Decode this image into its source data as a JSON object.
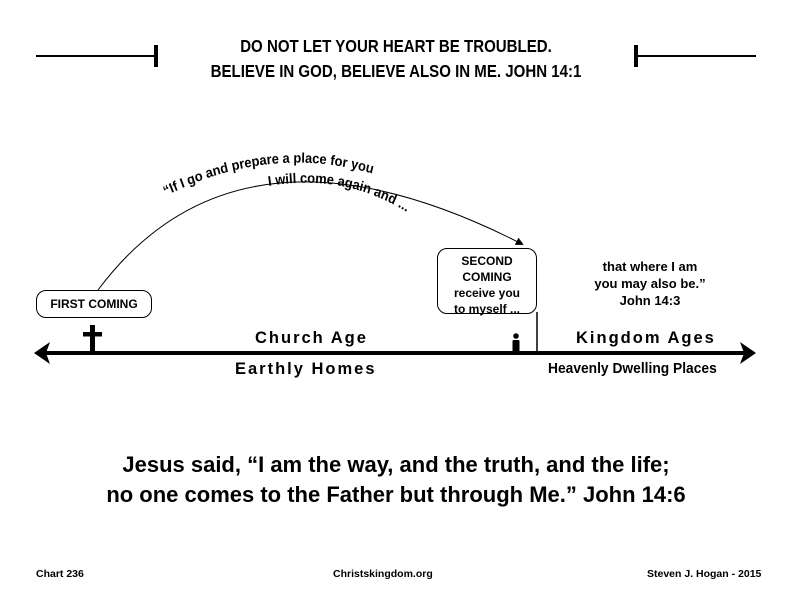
{
  "header": {
    "line1": "DO NOT LET YOUR HEART BE TROUBLED.",
    "line2": "BELIEVE IN GOD, BELIEVE ALSO IN ME. JOHN 14:1"
  },
  "arc": {
    "line1": "“If I go and prepare a place for you",
    "line2": "I will come again and ..."
  },
  "first_coming": "FIRST COMING",
  "second_coming": {
    "title": "SECOND COMING",
    "line2": "receive you",
    "line3": "to myself ..."
  },
  "quote_end": {
    "line1": "that where I am",
    "line2": "you may also be.”",
    "ref": "John 14:3"
  },
  "timeline": {
    "church_age": "Church Age",
    "earthly_homes": "Earthly Homes",
    "kingdom_ages": "Kingdom Ages",
    "heavenly_places": "Heavenly Dwelling Places"
  },
  "bottom_quote": {
    "line1": "Jesus said, “I am the way, and the truth, and the life;",
    "line2": "no one comes to the Father but through Me.” John 14:6"
  },
  "footer": {
    "chart": "Chart 236",
    "site": "Christskingdom.org",
    "author": "Steven J. Hogan - 2015"
  }
}
